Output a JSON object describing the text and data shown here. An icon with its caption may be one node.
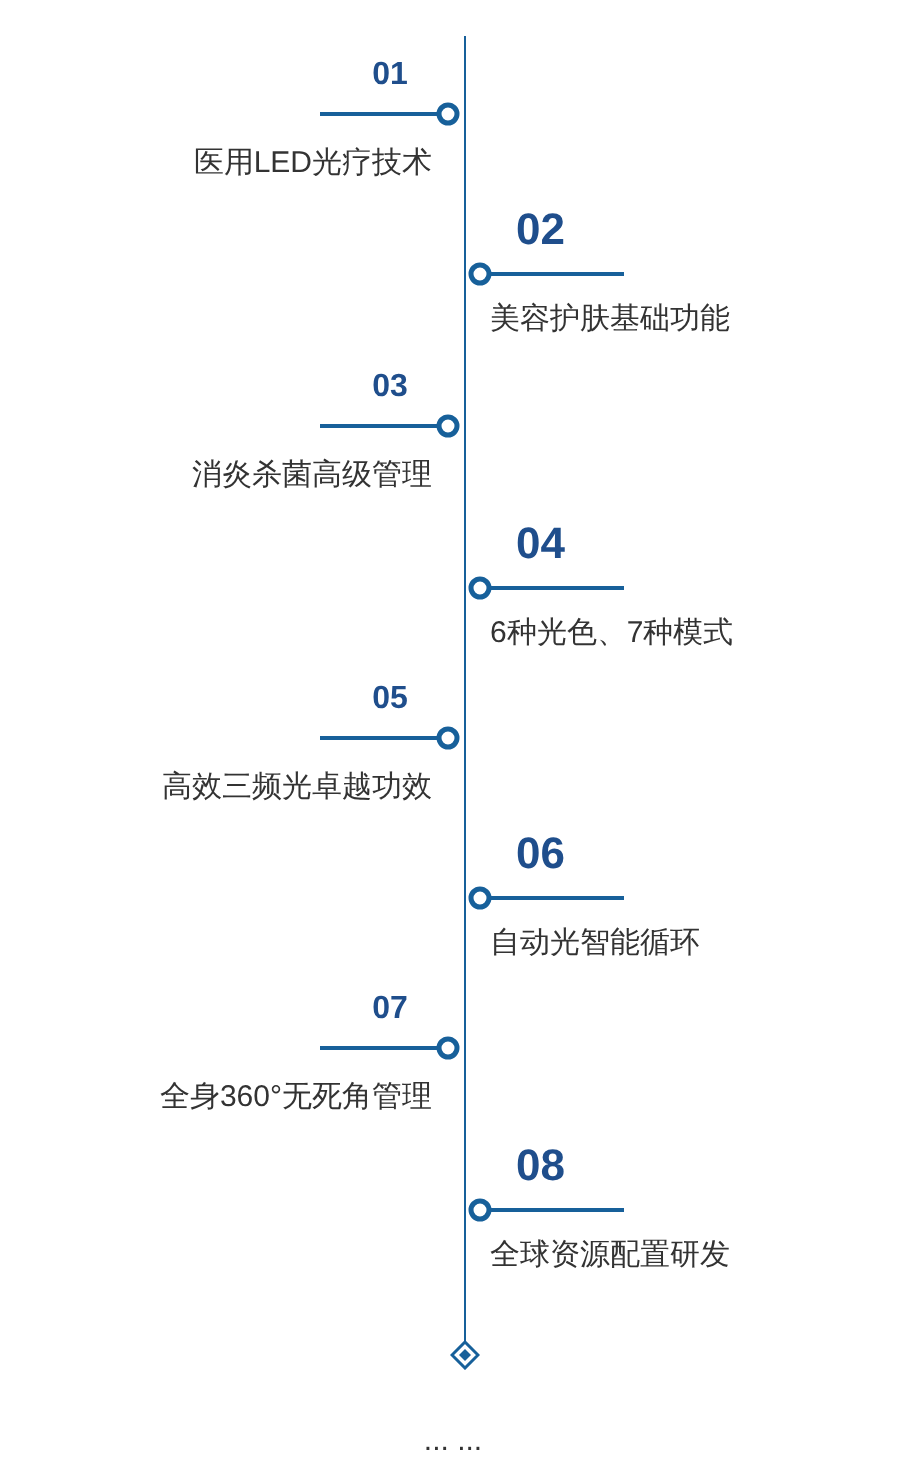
{
  "diagram": {
    "nodes": [
      {
        "text": [
          "01",
          "医用LED光疗技术"
        ]
      },
      {
        "text": [
          "02",
          "美容护肤基础功能"
        ]
      },
      {
        "text": [
          "03",
          "消炎杀菌高级管理"
        ]
      },
      {
        "text": [
          "04",
          "6种光色、7种模式"
        ]
      },
      {
        "text": [
          "05",
          "高效三频光卓越功效"
        ]
      },
      {
        "text": [
          "06",
          "自动光智能循环"
        ]
      },
      {
        "text": [
          "07",
          "全身360°无死角管理"
        ]
      },
      {
        "text": [
          "08",
          "全球资源配置研发"
        ]
      }
    ],
    "labels": [
      "... ..."
    ]
  }
}
